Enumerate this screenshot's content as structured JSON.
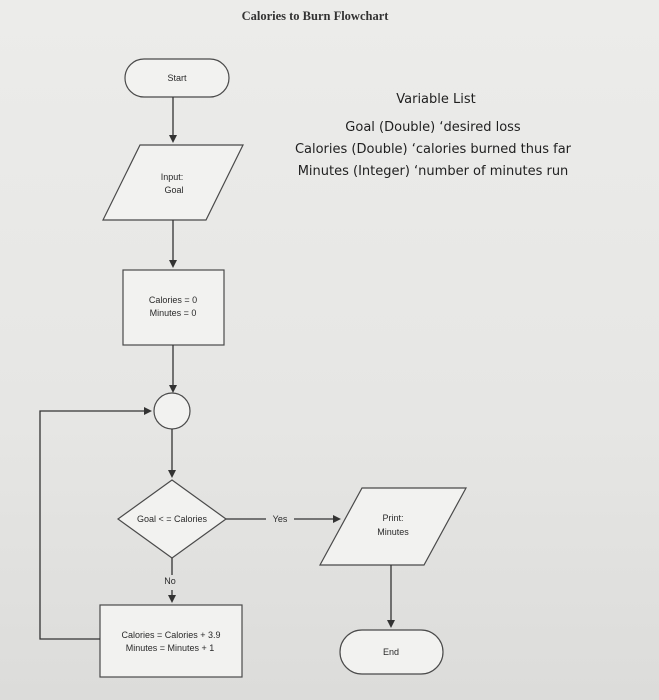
{
  "title": "Calories to Burn Flowchart",
  "nodes": {
    "start": "Start",
    "input_line1": "Input:",
    "input_line2": "Goal",
    "init_line1": "Calories = 0",
    "init_line2": "Minutes = 0",
    "decision": "Goal < = Calories",
    "print_line1": "Print:",
    "print_line2": "Minutes",
    "update_line1": "Calories = Calories + 3.9",
    "update_line2": "Minutes = Minutes + 1",
    "end": "End"
  },
  "edges": {
    "yes_label": "Yes",
    "no_label": "No"
  },
  "variable_list": {
    "heading": "Variable List",
    "items": [
      "Goal (Double) ‘desired loss",
      "Calories (Double) ‘calories burned thus far",
      "Minutes (Integer) ‘number of minutes run"
    ]
  }
}
